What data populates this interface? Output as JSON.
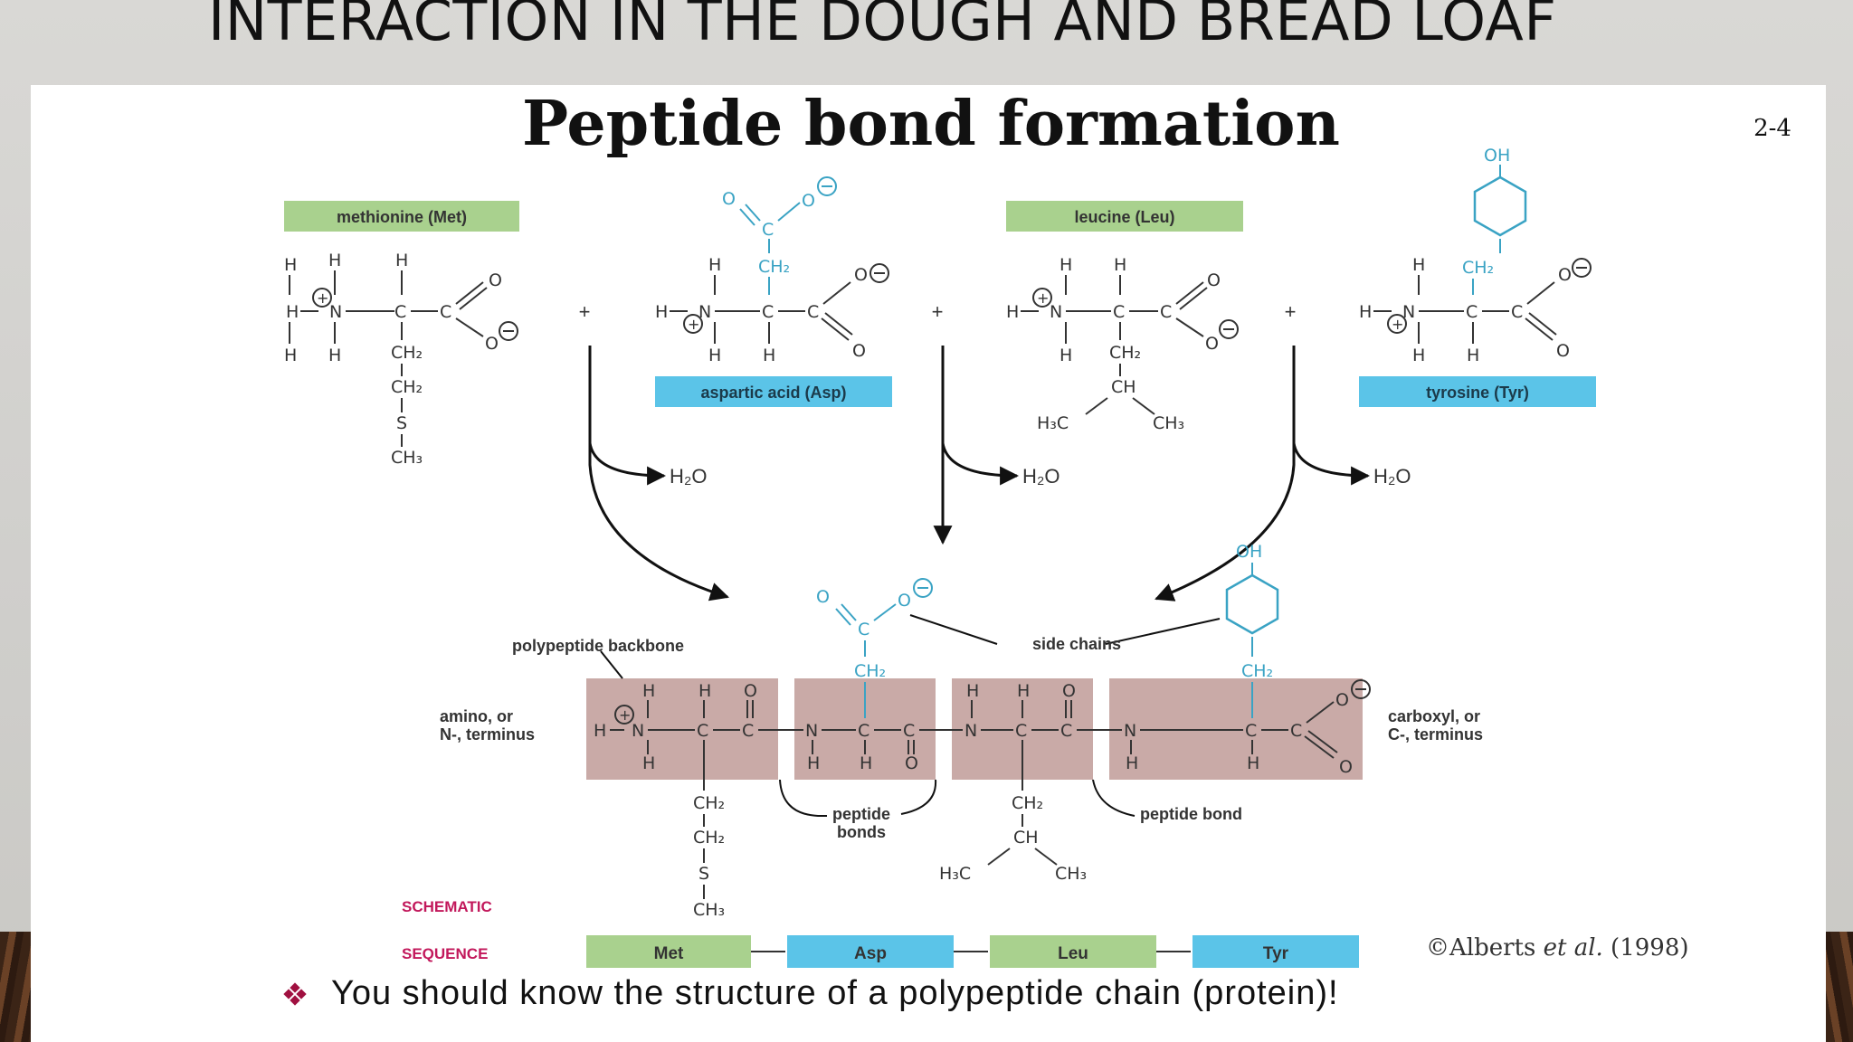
{
  "slide": {
    "title": "INTERACTION IN THE DOUGH AND BREAD LOAF"
  },
  "figure": {
    "title": "Peptide bond formation",
    "figure_number": "2-4",
    "credit_prefix": "©Alberts ",
    "credit_italic": "et al.",
    "credit_suffix": " (1998)",
    "note": "You should know the structure of a polypeptide chain (protein)!",
    "water": "H₂O",
    "plus": "+",
    "amino_acids": [
      {
        "name": "methionine (Met)",
        "color": "#a9d18e"
      },
      {
        "name": "aspartic acid (Asp)",
        "color": "#5bc4e8"
      },
      {
        "name": "leucine (Leu)",
        "color": "#a9d18e"
      },
      {
        "name": "tyrosine (Tyr)",
        "color": "#5bc4e8"
      }
    ],
    "labels": {
      "polypeptide_backbone": "polypeptide backbone",
      "side_chains": "side chains",
      "amino_terminus_1": "amino, or",
      "amino_terminus_2": "N-, terminus",
      "carboxyl_terminus_1": "carboxyl, or",
      "carboxyl_terminus_2": "C-, terminus",
      "peptide_bonds_1": "peptide",
      "peptide_bonds_2": "bonds",
      "peptide_bond": "peptide bond",
      "schematic": "SCHEMATIC",
      "sequence": "SEQUENCE"
    },
    "sequence": [
      "Met",
      "Asp",
      "Leu",
      "Tyr"
    ],
    "colors": {
      "side_chain_blue": "#3aa3c4",
      "residue_box": "#c9aaa7",
      "accent_red": "#c2185b"
    }
  }
}
